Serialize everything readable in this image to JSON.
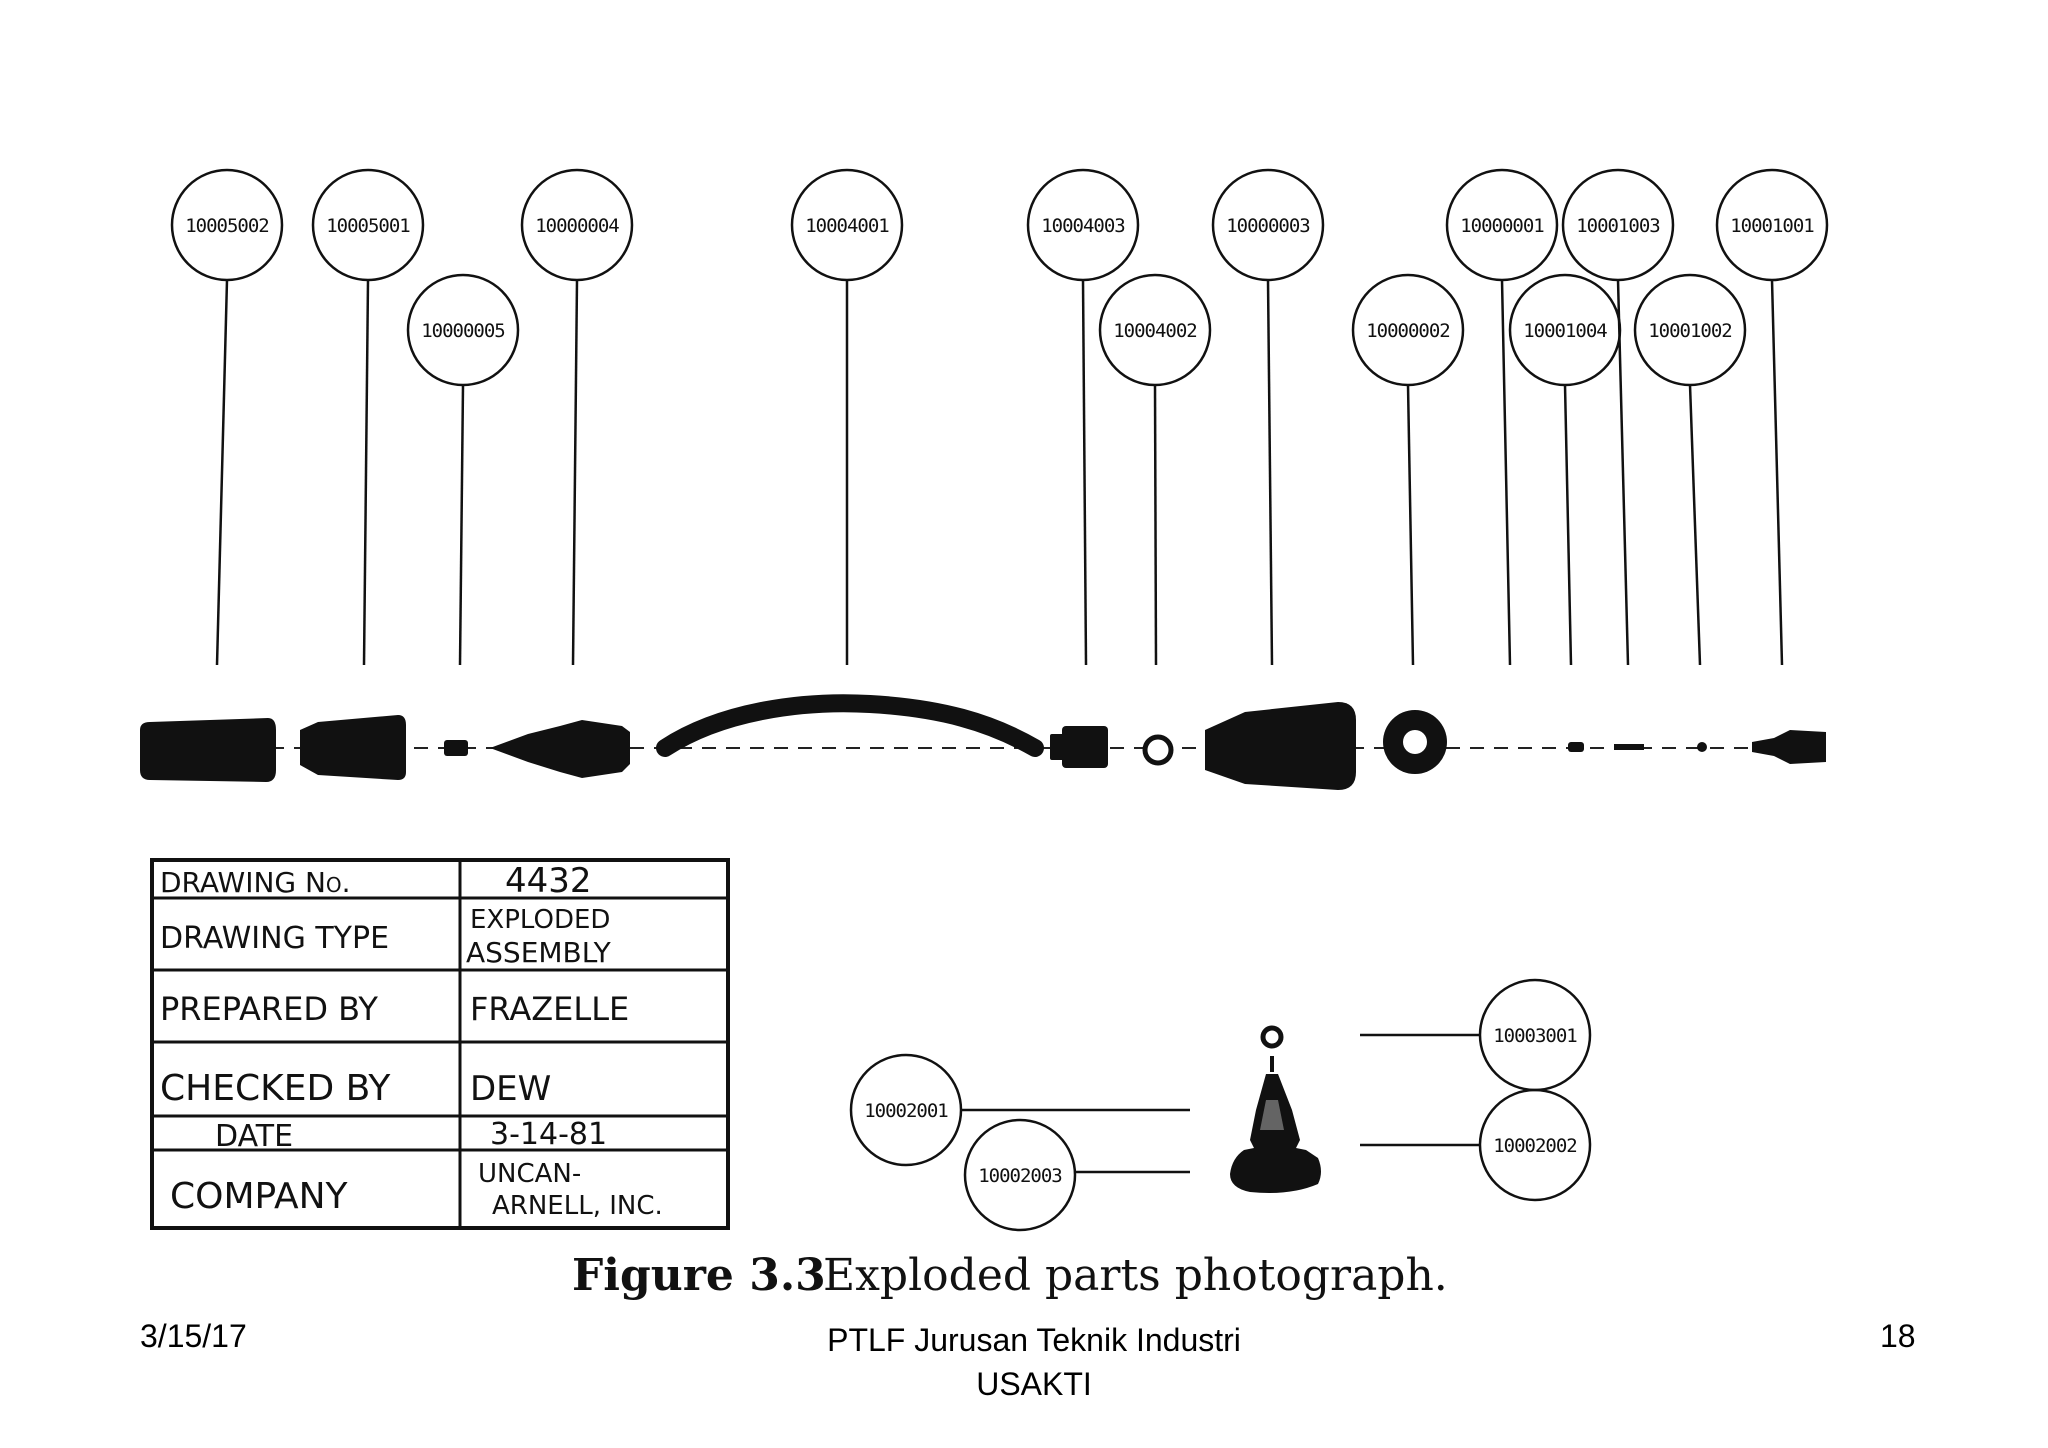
{
  "callouts_top": [
    {
      "id": "10005002"
    },
    {
      "id": "10005001"
    },
    {
      "id": "10000005"
    },
    {
      "id": "10000004"
    },
    {
      "id": "10004001"
    },
    {
      "id": "10004003"
    },
    {
      "id": "10004002"
    },
    {
      "id": "10000003"
    },
    {
      "id": "10000002"
    },
    {
      "id": "10000001"
    },
    {
      "id": "10001004"
    },
    {
      "id": "10001003"
    },
    {
      "id": "10001002"
    },
    {
      "id": "10001001"
    }
  ],
  "callouts_bottom": [
    {
      "id": "10002001"
    },
    {
      "id": "10002003"
    },
    {
      "id": "10003001"
    },
    {
      "id": "10002002"
    }
  ],
  "title_block": {
    "rows": [
      {
        "label": "DRAWING No.",
        "value": "4432"
      },
      {
        "label": "DRAWING TYPE",
        "value": "EXPLODED",
        "value2": "ASSEMBLY"
      },
      {
        "label": "PREPARED BY",
        "value": "FRAZELLE"
      },
      {
        "label": "CHECKED BY",
        "value": "DEW"
      },
      {
        "label": "DATE",
        "value": "3-14-81"
      },
      {
        "label": "COMPANY",
        "value": "UNCAN-",
        "value2": "ARNELL, INC."
      }
    ]
  },
  "caption": {
    "label": "Figure 3.3",
    "text": "Exploded parts photograph."
  },
  "footer": {
    "date": "3/15/17",
    "center_line1": "PTLF Jurusan Teknik Industri",
    "center_line2": "USAKTI",
    "page": "18"
  }
}
